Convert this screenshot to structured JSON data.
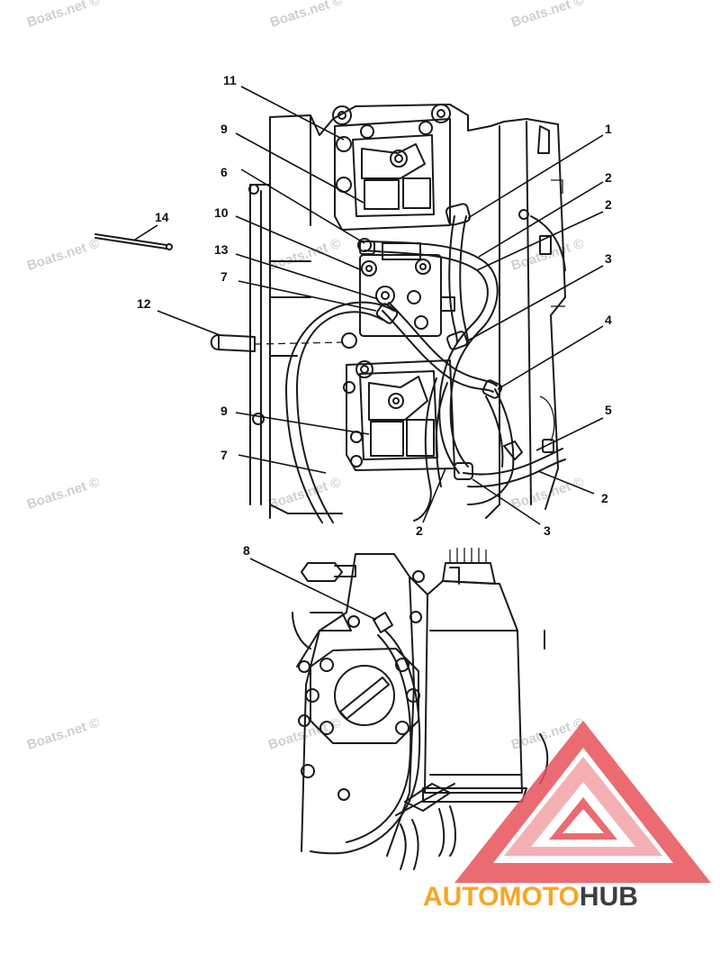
{
  "watermark": {
    "text": "Boats.net ©"
  },
  "callouts": [
    "1",
    "2",
    "2",
    "3",
    "4",
    "5",
    "2",
    "3",
    "2",
    "6",
    "7",
    "7",
    "8",
    "9",
    "9",
    "10",
    "11",
    "12",
    "13",
    "14"
  ],
  "logo": {
    "brand_part1": "AUTO",
    "brand_part2": "MOTO",
    "brand_part3": "HUB",
    "colors": {
      "orange": "#f5a623",
      "dark": "#3d3d3d",
      "red": "#e8525a",
      "pink": "#f4a3a8"
    }
  }
}
